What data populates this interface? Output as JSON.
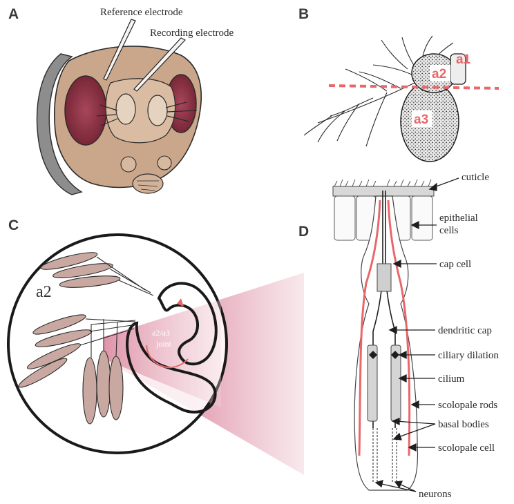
{
  "panels": {
    "A": {
      "letter": "A",
      "labels": {
        "reference_electrode": "Reference electrode",
        "recording_electrode": "Recording electrode"
      }
    },
    "B": {
      "letter": "B",
      "segments": {
        "a1": "a1",
        "a2": "a2",
        "a3": "a3"
      }
    },
    "C": {
      "letter": "C",
      "segment_label": "a2",
      "joint_label_line1": "a2/a3",
      "joint_label_line2": "joint"
    },
    "D": {
      "letter": "D",
      "labels": {
        "cuticle": "cuticle",
        "epithelial_line1": "epithelial",
        "epithelial_line2": "cells",
        "cap_cell": "cap cell",
        "dendritic_cap": "dendritic cap",
        "ciliary_dilation": "ciliary dilation",
        "cilium": "cilium",
        "scolopale_rods": "scolopale rods",
        "basal_bodies": "basal bodies",
        "scolopale_cell": "scolopale cell",
        "neurons": "neurons"
      }
    }
  },
  "colors": {
    "highlight_red": "#e8676a",
    "eye_red": "#8a2f3e",
    "head_tan": "#c9a88c",
    "cone_pink": "#d96b8a",
    "outline": "#1e1e1e"
  }
}
